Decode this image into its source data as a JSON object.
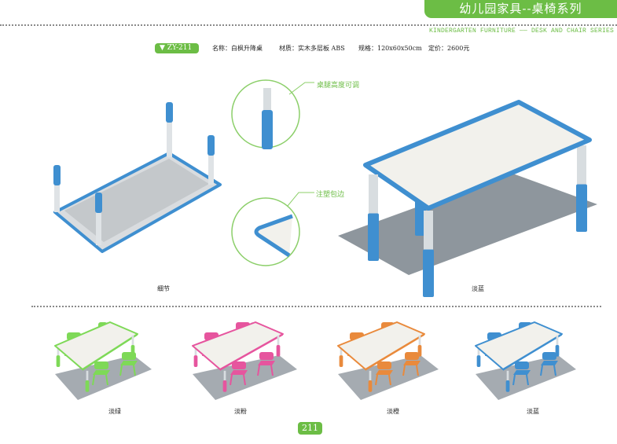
{
  "header": {
    "title": "幼儿园家具--桌椅系列",
    "subtitle": "KINDERGARTEN FURNITURE —— DESK AND CHAIR SERIES"
  },
  "product": {
    "code": "▼ ZY-211",
    "name": "名称：白枫升降桌",
    "material": "材质：实木多层板 ABS",
    "size": "规格：120x60x50cm",
    "price": "定价：2600元"
  },
  "callouts": {
    "leg": "桌腿高度可调",
    "edge": "注塑包边"
  },
  "labels": {
    "detail": "细节",
    "main": "淡蓝"
  },
  "variants": [
    {
      "label": "淡绿",
      "color": "#7ed957"
    },
    {
      "label": "淡粉",
      "color": "#e6559e"
    },
    {
      "label": "淡橙",
      "color": "#e98a3c"
    },
    {
      "label": "淡蓝",
      "color": "#3f8fd0"
    }
  ],
  "colors": {
    "accent": "#6cbd45",
    "blue": "#3f8fd0"
  },
  "page": {
    "number": "211"
  }
}
